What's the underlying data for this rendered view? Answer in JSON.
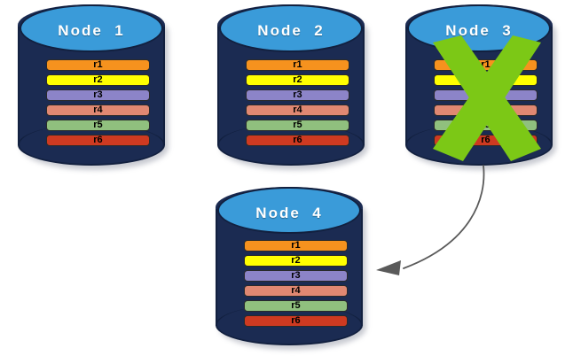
{
  "diagram": {
    "title_text_style": "Node labels",
    "palette": {
      "cylinder_body": "#1b2b52",
      "cylinder_top": "#3a9bd9",
      "cylinder_outline": "#12203f",
      "x_mark_green": "#7cc816",
      "arrow_gray": "#5a5a5a",
      "background": "#ffffff"
    },
    "row_colors": {
      "r1": "#f6921e",
      "r2": "#ffff00",
      "r3": "#8c84c8",
      "r4": "#e08872",
      "r5": "#90c07e",
      "r6": "#ce3a21"
    },
    "nodes": [
      {
        "id": "node-1",
        "label": "Node  1",
        "failed": false,
        "rows": [
          {
            "label": "r1",
            "color": "#f6921e"
          },
          {
            "label": "r2",
            "color": "#ffff00"
          },
          {
            "label": "r3",
            "color": "#8c84c8"
          },
          {
            "label": "r4",
            "color": "#e08872"
          },
          {
            "label": "r5",
            "color": "#90c07e"
          },
          {
            "label": "r6",
            "color": "#ce3a21"
          }
        ]
      },
      {
        "id": "node-2",
        "label": "Node  2",
        "failed": false,
        "rows": [
          {
            "label": "r1",
            "color": "#f6921e"
          },
          {
            "label": "r2",
            "color": "#ffff00"
          },
          {
            "label": "r3",
            "color": "#8c84c8"
          },
          {
            "label": "r4",
            "color": "#e08872"
          },
          {
            "label": "r5",
            "color": "#90c07e"
          },
          {
            "label": "r6",
            "color": "#ce3a21"
          }
        ]
      },
      {
        "id": "node-3",
        "label": "Node  3",
        "failed": true,
        "rows": [
          {
            "label": "r1",
            "color": "#f6921e"
          },
          {
            "label": "r2",
            "color": "#ffff00"
          },
          {
            "label": "r3",
            "color": "#8c84c8"
          },
          {
            "label": "r4",
            "color": "#e08872"
          },
          {
            "label": "r5",
            "color": "#90c07e"
          },
          {
            "label": "r6",
            "color": "#ce3a21"
          }
        ]
      },
      {
        "id": "node-4",
        "label": "Node  4",
        "failed": false,
        "rows": [
          {
            "label": "r1",
            "color": "#f6921e"
          },
          {
            "label": "r2",
            "color": "#ffff00"
          },
          {
            "label": "r3",
            "color": "#8c84c8"
          },
          {
            "label": "r4",
            "color": "#e08872"
          },
          {
            "label": "r5",
            "color": "#90c07e"
          },
          {
            "label": "r6",
            "color": "#ce3a21"
          }
        ]
      }
    ],
    "annotations": {
      "failure_mark": "green-x-over-node-3",
      "migration_arrow": "curved-arrow-node-3-to-node-4"
    }
  }
}
